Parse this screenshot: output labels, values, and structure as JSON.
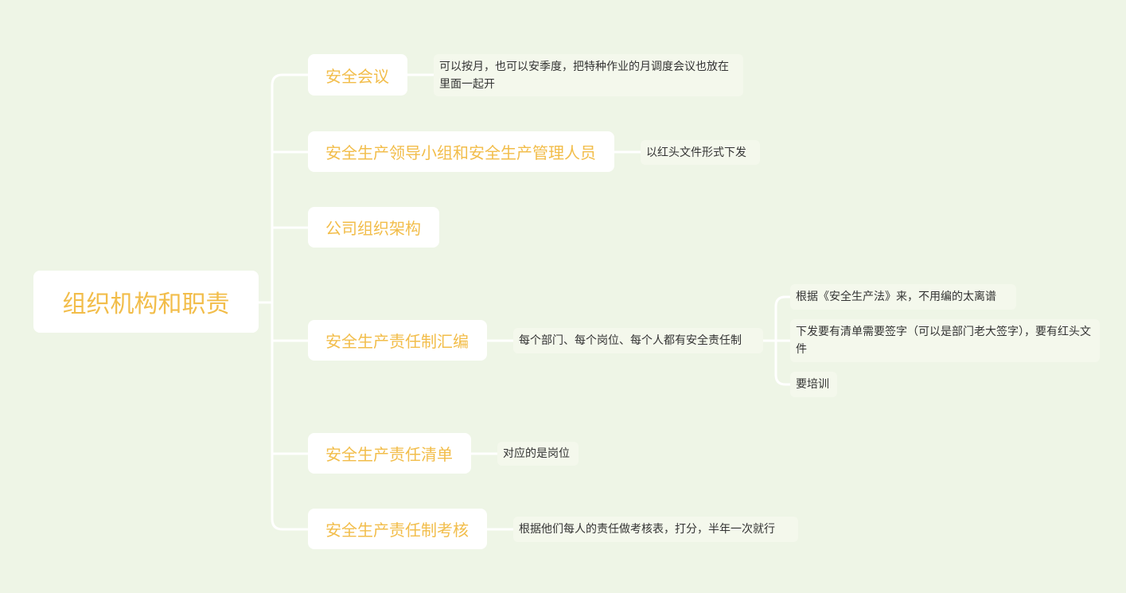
{
  "root": "组织机构和职责",
  "branches": [
    {
      "label": "安全会议",
      "note": "可以按月，也可以安季度，把特种作业的月调度会议也放在里面一起开"
    },
    {
      "label": "安全生产领导小组和安全生产管理人员",
      "note": "以红头文件形式下发"
    },
    {
      "label": "公司组织架构"
    },
    {
      "label": "安全生产责任制汇编",
      "note": "每个部门、每个岗位、每个人都有安全责任制",
      "children": [
        "根据《安全生产法》来，不用编的太离谱",
        "下发要有清单需要签字（可以是部门老大签字），要有红头文件",
        "要培训"
      ]
    },
    {
      "label": "安全生产责任清单",
      "note": "对应的是岗位"
    },
    {
      "label": "安全生产责任制考核",
      "note": "根据他们每人的责任做考核表，打分，半年一次就行"
    }
  ],
  "colors": {
    "background": "#eef5e6",
    "accent": "#f2bd4a",
    "line": "#ffffff"
  }
}
